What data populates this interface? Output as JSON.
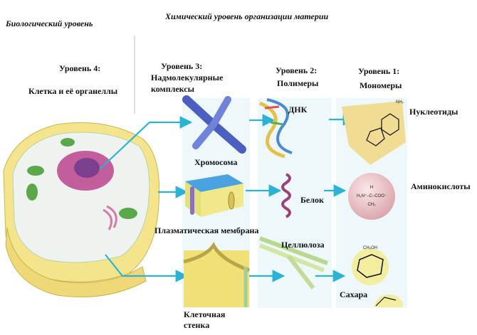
{
  "headers": {
    "biological": "Биологический уровень",
    "chemical": "Химический уровень организации материи"
  },
  "levels": [
    {
      "title": "Уровень 4:",
      "name": "Клетка и её органеллы"
    },
    {
      "title": "Уровень 3:",
      "name_line1": "Надмолекулярные",
      "name_line2": "комплексы"
    },
    {
      "title": "Уровень 2:",
      "name": "Полимеры"
    },
    {
      "title": "Уровень 1:",
      "name": "Мономеры"
    }
  ],
  "labels": {
    "chromosome": "Хромосома",
    "membrane": "Плазматическая мембрана",
    "cell_wall_line1": "Клеточная",
    "cell_wall_line2": "стенка",
    "dna": "ДНК",
    "protein": "Белок",
    "cellulose": "Целлюлоза",
    "nucleotides": "Нуклеотиды",
    "amino_acids": "Аминокислоты",
    "sugars": "Сахара"
  },
  "formulas": {
    "amino_acid": "H₃N⁺–C–COO⁻",
    "amino_h": "H",
    "amino_ch3": "CH₃",
    "sugar_ch2oh": "CH₂OH",
    "nucleotide_nh2": "NH₂"
  },
  "colors": {
    "arrow": "#2bb3d6",
    "panel": "#eef8fb"
  }
}
